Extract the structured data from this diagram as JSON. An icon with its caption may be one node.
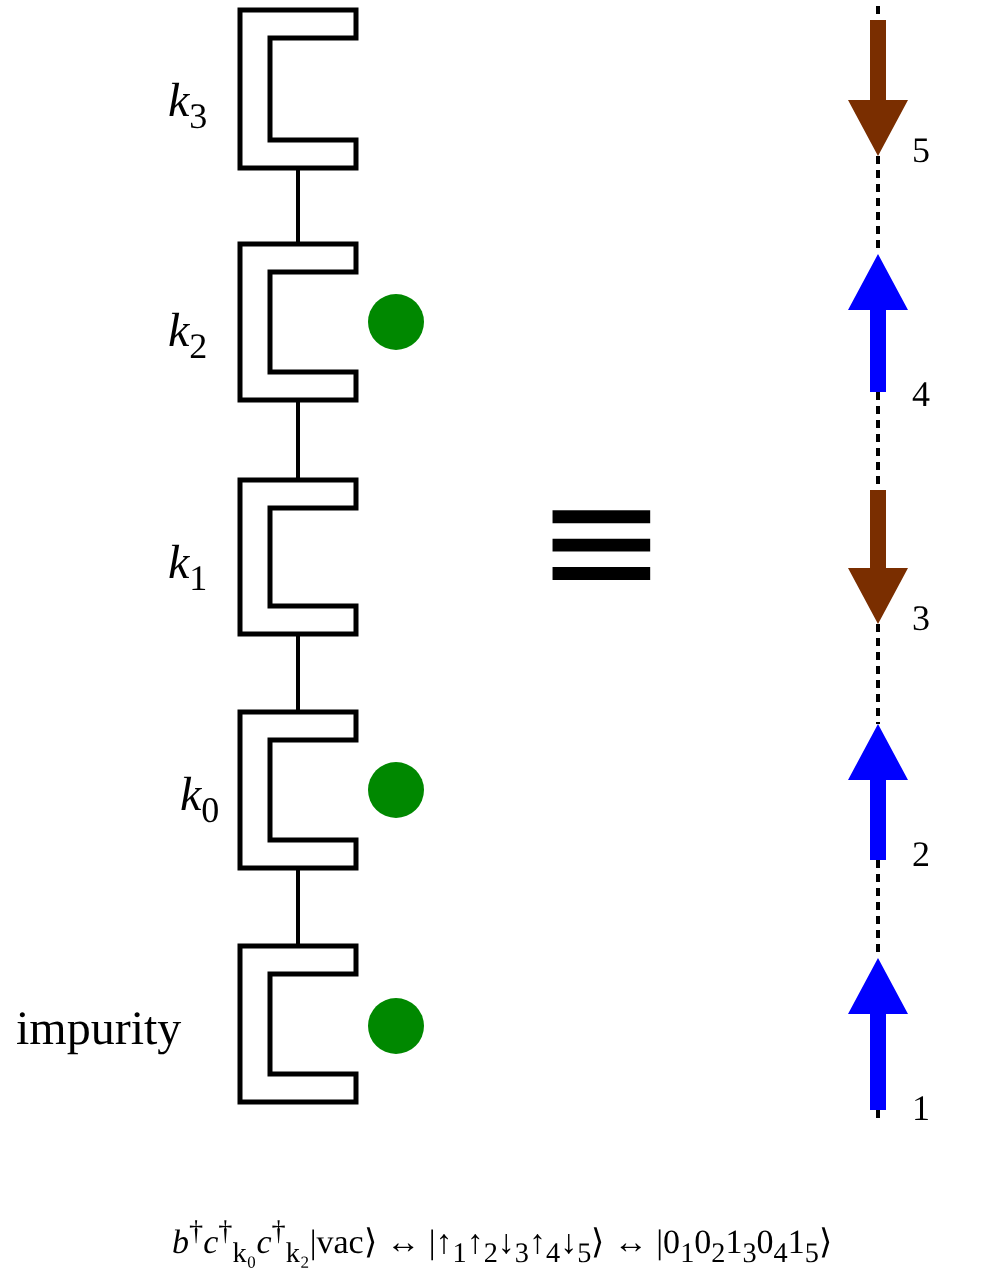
{
  "diagram": {
    "nodes": [
      {
        "text": [
          "*k*$_{3}$"
        ]
      },
      {
        "text": [
          "*k*$_{2}$"
        ]
      },
      {
        "text": [
          "*k*$_{1}$"
        ]
      },
      {
        "text": [
          "*k*$_{0}$"
        ]
      },
      {
        "text": [
          "impurity"
        ]
      },
      {
        "text": [],
        "shape": "circle"
      },
      {
        "text": [],
        "shape": "circle"
      },
      {
        "text": [],
        "shape": "circle"
      },
      {
        "text": [
          "5"
        ]
      },
      {
        "text": [
          "4"
        ]
      },
      {
        "text": [
          "3"
        ]
      },
      {
        "text": [
          "2"
        ]
      },
      {
        "text": [
          "1"
        ]
      }
    ],
    "edges": [
      {
        "from": 0,
        "to": 1,
        "arrow": "none"
      },
      {
        "from": 1,
        "to": 2,
        "arrow": "none"
      },
      {
        "from": 2,
        "to": 3,
        "arrow": "none"
      },
      {
        "from": 3,
        "to": 4,
        "arrow": "none"
      },
      {
        "from": 8,
        "to": 9,
        "arrow": "none",
        "style": "dashed"
      },
      {
        "from": 9,
        "to": 10,
        "arrow": "none",
        "style": "dashed"
      },
      {
        "from": 10,
        "to": 11,
        "arrow": "none",
        "style": "dashed"
      },
      {
        "from": 11,
        "to": 12,
        "arrow": "none",
        "style": "dashed"
      }
    ],
    "labels": [
      "≡",
      "*b*$^{†}$*c*$^{†}$$_{k₀}$*c*$^{†}$$_{k₂}$|vac⟩ ↔ |↑$_{1}$↑$_{2}$↓$_{3}$↑$_{4}$↓$_{5}$⟩ ↔ |0$_{1}$0$_{2}$1$_{3}$0$_{4}$1$_{5}$⟩"
    ]
  }
}
